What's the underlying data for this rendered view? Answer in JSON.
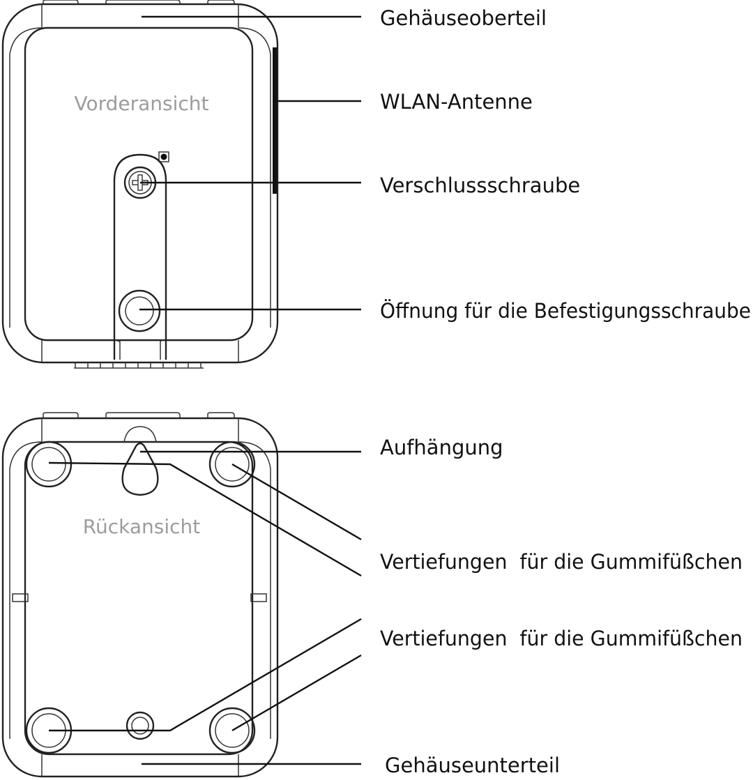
{
  "front_view": {
    "title": "Vorderansicht"
  },
  "back_view": {
    "title": "Rückansicht"
  },
  "callouts": {
    "housing_top": "Gehäuseoberteil",
    "wlan_antenna": "WLAN-Antenne",
    "locking_screw": "Verschlussschraube",
    "mounting_screw_hole": "Öffnung für die Befestigungsschraube",
    "hanger": "Aufhängung",
    "rubber_feet_recesses_top": "Vertiefungen  für die Gummifüßchen",
    "rubber_feet_recesses_bottom": "Vertiefungen  für die Gummifüßchen",
    "housing_bottom": "Gehäuseunterteil"
  }
}
